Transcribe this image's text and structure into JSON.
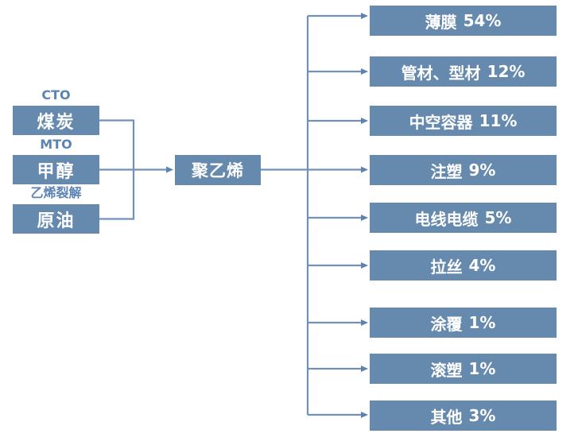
{
  "diagram": {
    "description_colors": {
      "box_fill": "#6689AE",
      "line": "#7191BA",
      "arrowhead": "#5E83B0",
      "process_label_text": "#5B84B4",
      "box_text": "#FFFFFF",
      "background": "#FFFFFF"
    },
    "sources": [
      {
        "process": "CTO",
        "name": "煤炭"
      },
      {
        "process": "MTO",
        "name": "甲醇"
      },
      {
        "process": "乙烯裂解",
        "name": "原油"
      }
    ],
    "product": {
      "name": "聚乙烯"
    },
    "applications": [
      {
        "name": "薄膜",
        "percent": "54%"
      },
      {
        "name": "管材、型材",
        "percent": "12%"
      },
      {
        "name": "中空容器",
        "percent": "11%"
      },
      {
        "name": "注塑",
        "percent": "9%"
      },
      {
        "name": "电线电缆",
        "percent": "5%"
      },
      {
        "name": "拉丝",
        "percent": "4%"
      },
      {
        "name": "涂覆",
        "percent": "1%"
      },
      {
        "name": "滚塑",
        "percent": "1%"
      },
      {
        "name": "其他",
        "percent": "3%"
      }
    ]
  }
}
